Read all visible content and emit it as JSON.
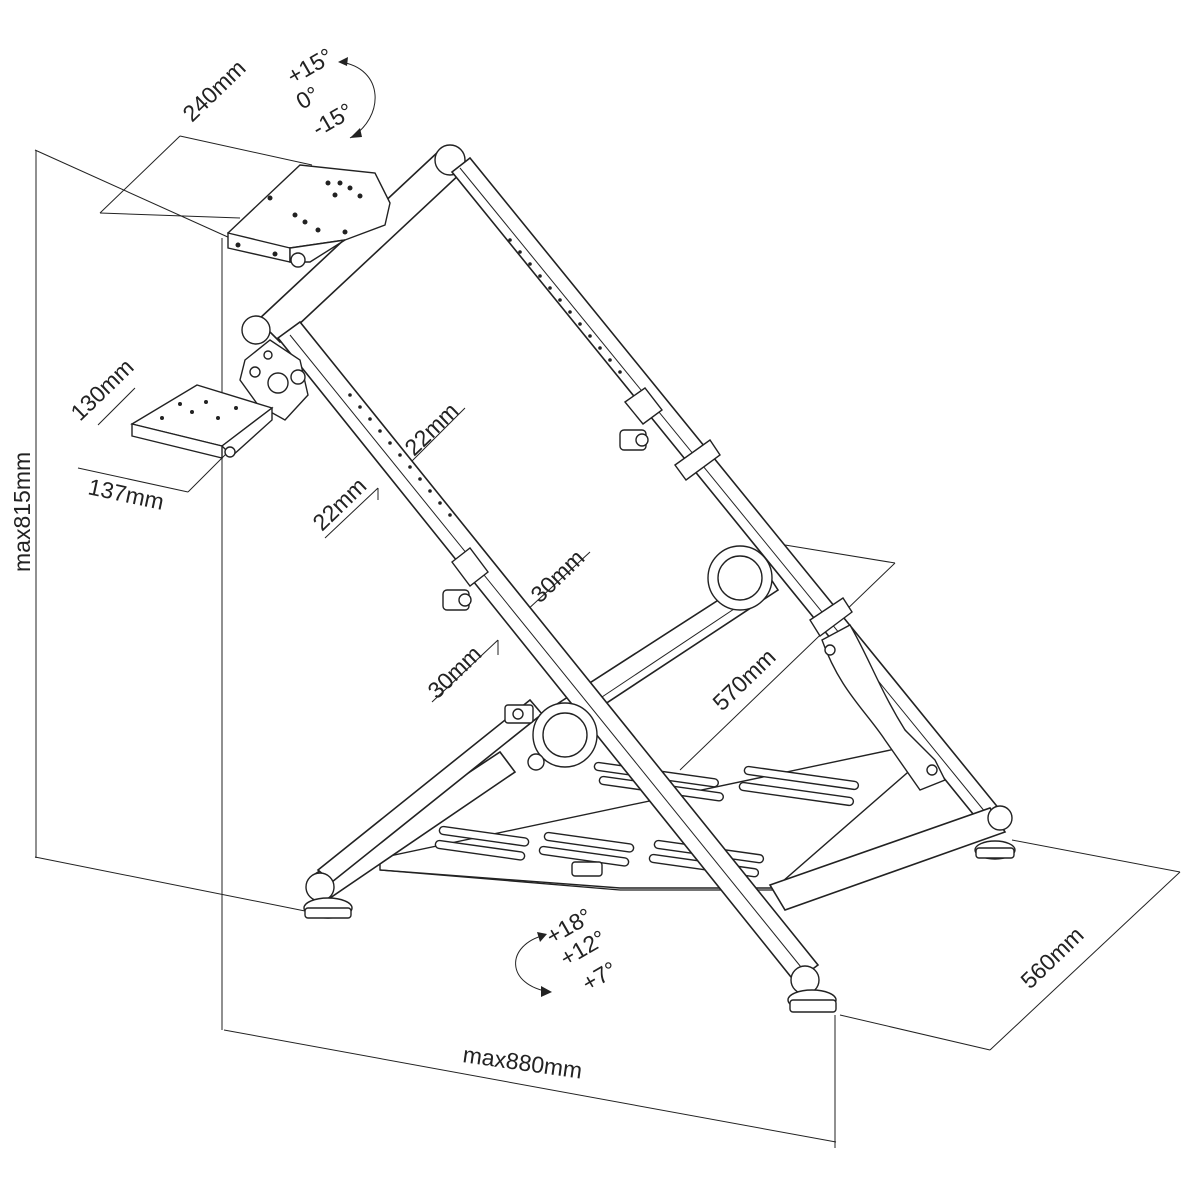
{
  "diagram": {
    "subject": "foldable wheel stand",
    "labels": {
      "wheel_plate_width": "240mm",
      "wheel_plate_tilt_up": "+15°",
      "wheel_plate_tilt_zero": "0°",
      "wheel_plate_tilt_down": "-15°",
      "shifter_plate_depth": "130mm",
      "shifter_plate_width": "137mm",
      "upright_tube_a": "22mm",
      "upright_tube_b": "22mm",
      "upper_brace_a": "30mm",
      "upper_brace_b": "30mm",
      "pedal_span": "570mm",
      "pedal_tilt_high": "+18°",
      "pedal_tilt_mid": "+12°",
      "pedal_tilt_low": "+7°",
      "max_height": "max815mm",
      "max_length": "max880mm",
      "base_width": "560mm"
    },
    "colors": {
      "line": "#222222",
      "background": "#ffffff"
    }
  }
}
